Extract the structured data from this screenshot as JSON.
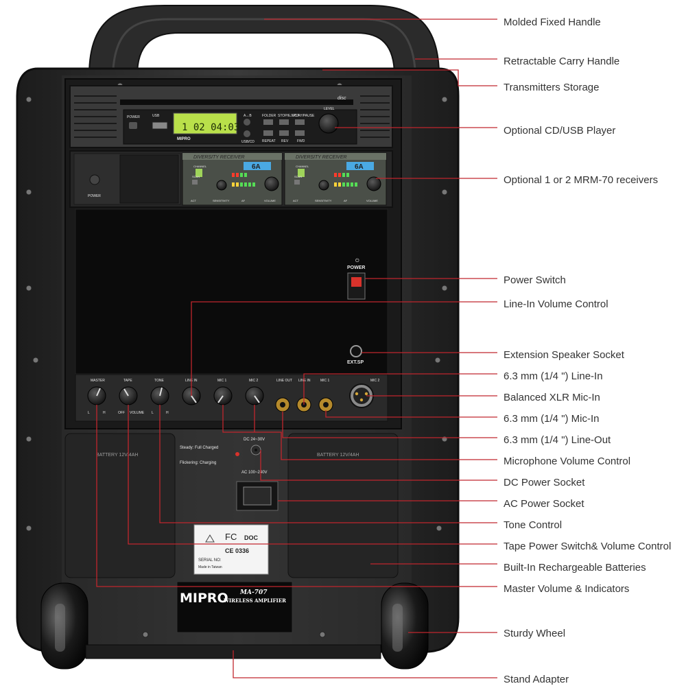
{
  "colors": {
    "leader": "#c0262d",
    "label": "#333333",
    "body": "#2d2d2d",
    "lcd": "#b9e04a"
  },
  "cd_player": {
    "power_label": "POWER",
    "usb_label": "USB",
    "lcd_text": "1 02 04:03",
    "mipro_label": "MIPRO",
    "ab_label": "A↔B",
    "usbcd_label": "USB/CD",
    "folder_label": "FOLDER",
    "stop_label": "STOP/EJECT",
    "play_label": "PLAY/PAUSE",
    "repeat_label": "REPEAT",
    "rev_label": "REV",
    "fwd_label": "FWD",
    "level_label": "LEVEL"
  },
  "receivers": [
    {
      "header": "DIVERSITY RECEIVER",
      "channel": "6A",
      "channel_label": "CHANNEL",
      "scan_label": "SCAN",
      "act_label": "ACT",
      "sens_label": "SENSITIVITY",
      "af_label": "AF",
      "volume_label": "VOLUME"
    },
    {
      "header": "DIVERSITY RECEIVER",
      "channel": "6A",
      "channel_label": "CHANNEL",
      "scan_label": "SCAN",
      "act_label": "ACT",
      "sens_label": "SENSITIVITY",
      "af_label": "AF",
      "volume_label": "VOLUME"
    }
  ],
  "blank_panel_label": "POWER",
  "power_switch_label": "POWER",
  "ext_sp_label": "EXT.SP",
  "knobs": [
    {
      "label": "MASTER",
      "sub_left": "L",
      "sub_right": "H"
    },
    {
      "label": "TAPE",
      "sub_left": "OFF",
      "sub_right": "VOLUME"
    },
    {
      "label": "TONE",
      "sub_left": "L",
      "sub_right": "H"
    },
    {
      "label": "LINE IN",
      "sub_left": "",
      "sub_right": ""
    },
    {
      "label": "MIC 1",
      "sub_left": "",
      "sub_right": ""
    },
    {
      "label": "MIC 2",
      "sub_left": "",
      "sub_right": ""
    }
  ],
  "jacks": [
    {
      "label": "LINE OUT"
    },
    {
      "label": "LINE IN"
    },
    {
      "label": "MIC 1"
    }
  ],
  "xlr_label": "MIC 2",
  "battery_left": "BATTERY 12V/4AH",
  "battery_right": "BATTERY 12V/4AH",
  "charge_status": {
    "steady": "Steady: Full Charged",
    "flicker": "Flickering: Charging"
  },
  "dc_label": "DC 24~30V",
  "ac_label": "AC 100~240V",
  "cert": {
    "fc": "FC",
    "doc": "DOC",
    "ce": "CE 0336",
    "serial": "SERIAL NO:",
    "made": "Made in Taiwan"
  },
  "brand": {
    "logo": "MIPRO",
    "model": "MA-707",
    "desc": "WIRELESS AMPLIFIER"
  },
  "callouts": [
    "Molded Fixed Handle",
    "Retractable Carry Handle",
    "Transmitters Storage",
    "Optional CD/USB Player",
    "Optional 1 or 2 MRM-70 receivers",
    "Power Switch",
    "Line-In Volume Control",
    "Extension Speaker Socket",
    "6.3 mm (1/4 \") Line-In",
    "Balanced XLR Mic-In",
    "6.3 mm (1/4 \") Mic-In",
    "6.3 mm (1/4 \") Line-Out",
    "Microphone Volume Control",
    "DC Power Socket",
    "AC Power Socket",
    "Tone Control",
    "Tape Power Switch& Volume Control",
    "Built-In Rechargeable Batteries",
    "Master Volume & Indicators",
    "Sturdy Wheel",
    "Stand Adapter"
  ]
}
